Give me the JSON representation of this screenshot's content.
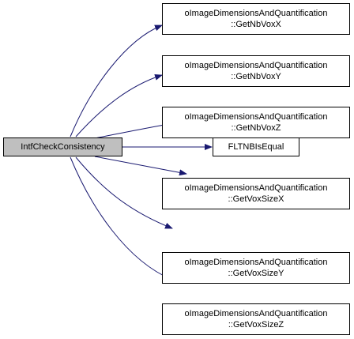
{
  "graph": {
    "root": {
      "label": "IntfCheckConsistency"
    },
    "callees": [
      {
        "line1": "oImageDimensionsAndQuantification",
        "line2": "::GetNbVoxX"
      },
      {
        "line1": "oImageDimensionsAndQuantification",
        "line2": "::GetNbVoxY"
      },
      {
        "line1": "oImageDimensionsAndQuantification",
        "line2": "::GetNbVoxZ"
      },
      {
        "line1": "FLTNBIsEqual",
        "line2": ""
      },
      {
        "line1": "oImageDimensionsAndQuantification",
        "line2": "::GetVoxSizeX"
      },
      {
        "line1": "oImageDimensionsAndQuantification",
        "line2": "::GetVoxSizeY"
      },
      {
        "line1": "oImageDimensionsAndQuantification",
        "line2": "::GetVoxSizeZ"
      }
    ],
    "colors": {
      "edge": "#191970",
      "root_fill": "#bfbfbf",
      "node_border": "#000000"
    }
  }
}
